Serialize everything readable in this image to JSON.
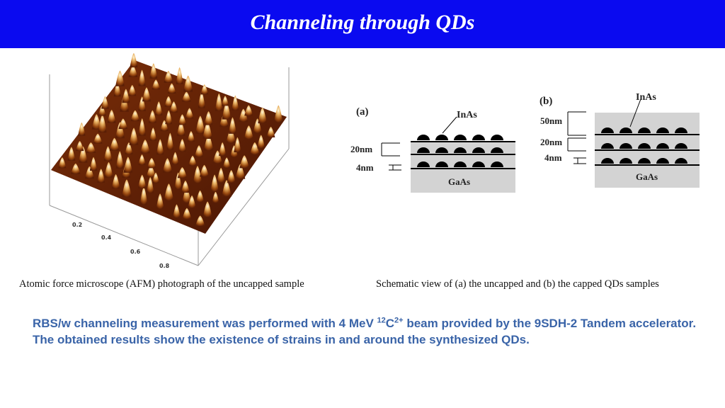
{
  "slide": {
    "title": "Channeling through QDs",
    "colors": {
      "title_bar": "#0a0af0",
      "title_text": "#ffffff",
      "body_text": "#3a64a8",
      "afm_peaks": "#8a3a0a"
    }
  },
  "afm_figure": {
    "axis_ticks": [
      "0.2",
      "0.4",
      "0.6",
      "0.8"
    ],
    "caption": "Atomic force microscope (AFM) photograph of the uncapped sample"
  },
  "schematic": {
    "a": {
      "panel_label": "(a)",
      "top_layer": "InAs",
      "spacer": "20nm",
      "wetting": "4nm",
      "substrate": "GaAs"
    },
    "b": {
      "panel_label": "(b)",
      "top_layer": "InAs",
      "cap": "50nm",
      "spacer": "20nm",
      "wetting": "4nm",
      "substrate": "GaAs"
    },
    "caption": "Schematic view of (a) the uncapped and (b) the capped QDs samples"
  },
  "body": {
    "part1": "RBS/w channeling measurement was performed with 4 MeV ",
    "sup1": "12",
    "element": "C",
    "sup2": "2+",
    "part2": " beam provided by the 9SDH-2 Tandem accelerator. The obtained results show the existence of strains in and around the synthesized QDs."
  }
}
